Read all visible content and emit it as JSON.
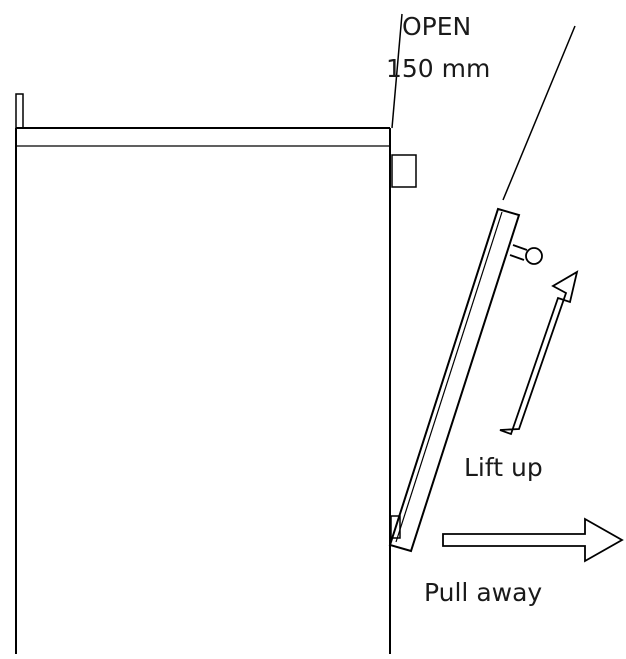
{
  "labels": {
    "open": "OPEN",
    "opening_width": "150 mm",
    "lift": "Lift up",
    "pull": "Pull away"
  },
  "colors": {
    "stroke": "#000000",
    "background": "#ffffff",
    "text": "#1a1a1a"
  }
}
